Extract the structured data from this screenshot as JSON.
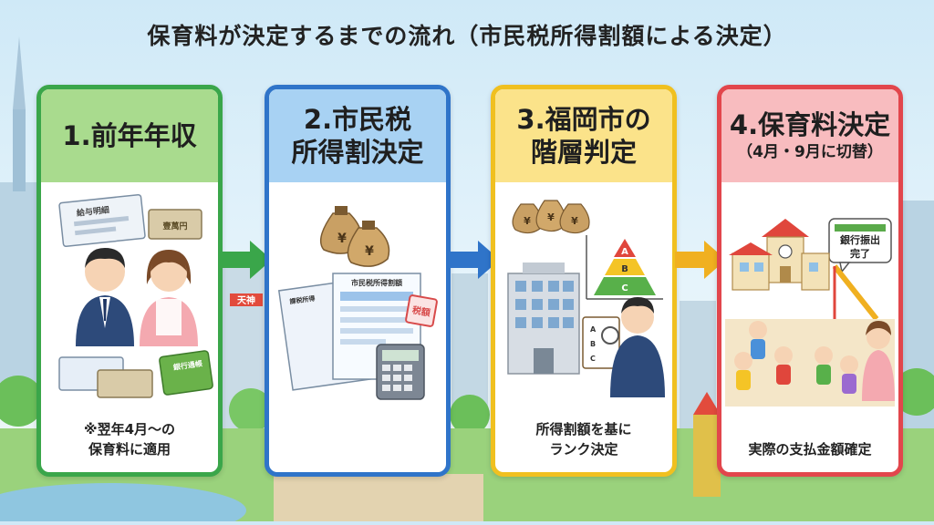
{
  "title": "保育料が決定するまでの流れ（市民税所得割額による決定）",
  "background": {
    "sign_text": "天神"
  },
  "steps": [
    {
      "title_lines": [
        "1.前年年収"
      ],
      "subtitle": "",
      "caption_lines": [
        "※翌年4月～の",
        "保育料に適用"
      ],
      "illus_texts": {
        "slip": "給与明細",
        "book": "銀行通帳",
        "note": "壹萬円"
      },
      "color": "#3aa64a"
    },
    {
      "title_lines": [
        "2.市民税",
        "所得割決定"
      ],
      "subtitle": "",
      "caption_lines": [],
      "illus_texts": {
        "form1": "市民税所得割額",
        "form2": "課税所得",
        "stamp": "税額",
        "bag": "¥"
      },
      "color": "#2f74c9"
    },
    {
      "title_lines": [
        "3.福岡市の",
        "階層判定"
      ],
      "subtitle": "",
      "caption_lines": [
        "所得割額を基に",
        "ランク決定"
      ],
      "illus_texts": {
        "rank_a": "A",
        "rank_b": "B",
        "rank_c": "C",
        "list_a": "A",
        "list_b": "B",
        "list_c": "C",
        "bag": "¥"
      },
      "color": "#f0c020"
    },
    {
      "title_lines": [
        "4.保育料決定"
      ],
      "subtitle": "（4月・9月に切替）",
      "caption_lines": [
        "実際の支払金額確定"
      ],
      "illus_texts": {
        "bubble1": "銀行振出",
        "bubble2": "完了"
      },
      "color": "#e2464c"
    }
  ]
}
